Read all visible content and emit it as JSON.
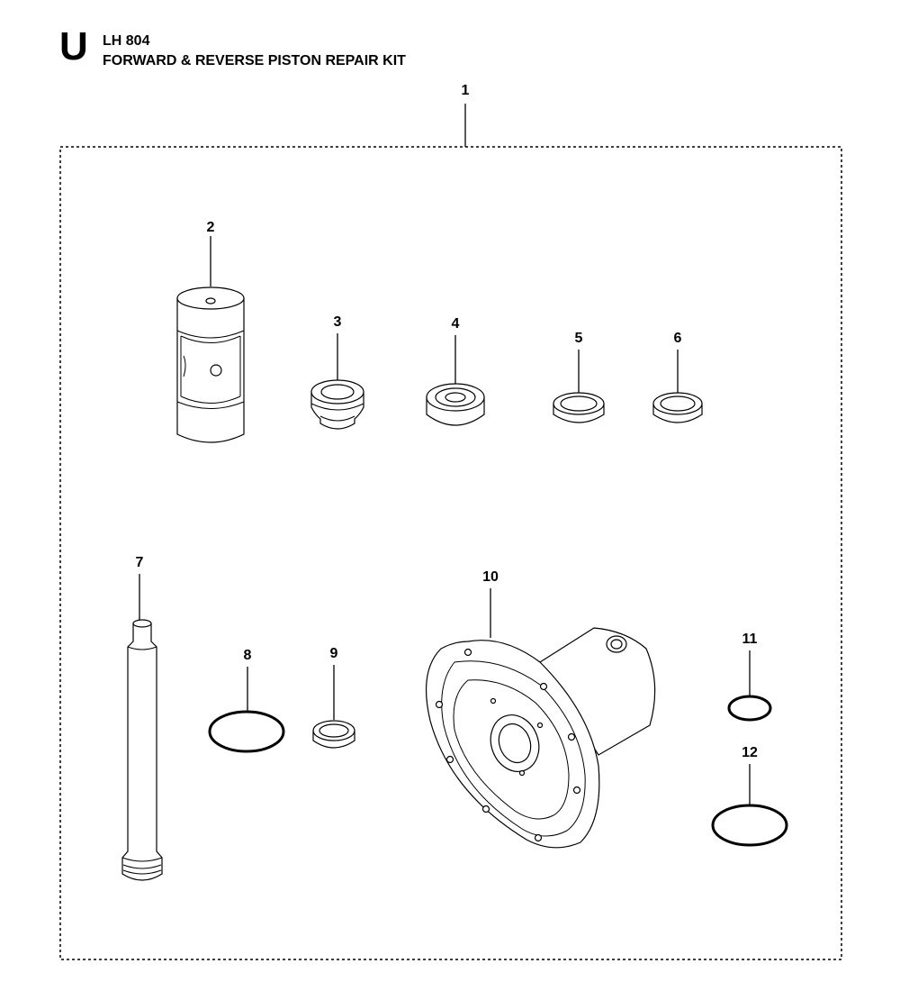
{
  "header": {
    "section_letter": "U",
    "model": "LH 804",
    "title": "FORWARD & REVERSE PISTON REPAIR KIT"
  },
  "callouts": {
    "c1": "1",
    "c2": "2",
    "c3": "3",
    "c4": "4",
    "c5": "5",
    "c6": "6",
    "c7": "7",
    "c8": "8",
    "c9": "9",
    "c10": "10",
    "c11": "11",
    "c12": "12"
  }
}
